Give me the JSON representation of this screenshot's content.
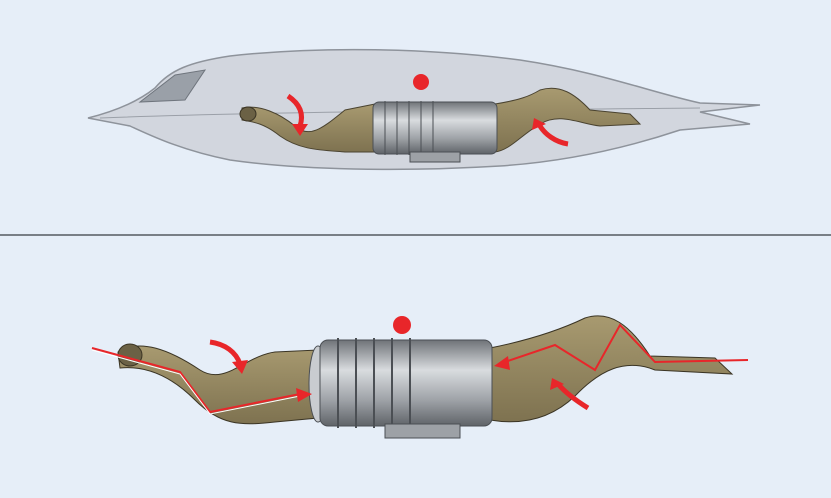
{
  "diagram": {
    "panels": [
      {
        "id": "aircraft-side-view",
        "shows": [
          "fuselage",
          "intake-duct",
          "engine",
          "exhaust-duct",
          "center-of-gravity-dot",
          "airflow-arrows"
        ]
      },
      {
        "id": "engine-duct-detail",
        "shows": [
          "intake-duct",
          "engine",
          "exhaust-duct",
          "center-of-gravity-dot",
          "airflow-arrows",
          "line-of-sight-rays"
        ]
      }
    ]
  },
  "colors": {
    "background": "#e6eef8",
    "fuselage": "#d2d6de",
    "duct": "#948660",
    "engine": "#a9adb3",
    "accent_red": "#e8262a",
    "divider": "#555a60"
  }
}
